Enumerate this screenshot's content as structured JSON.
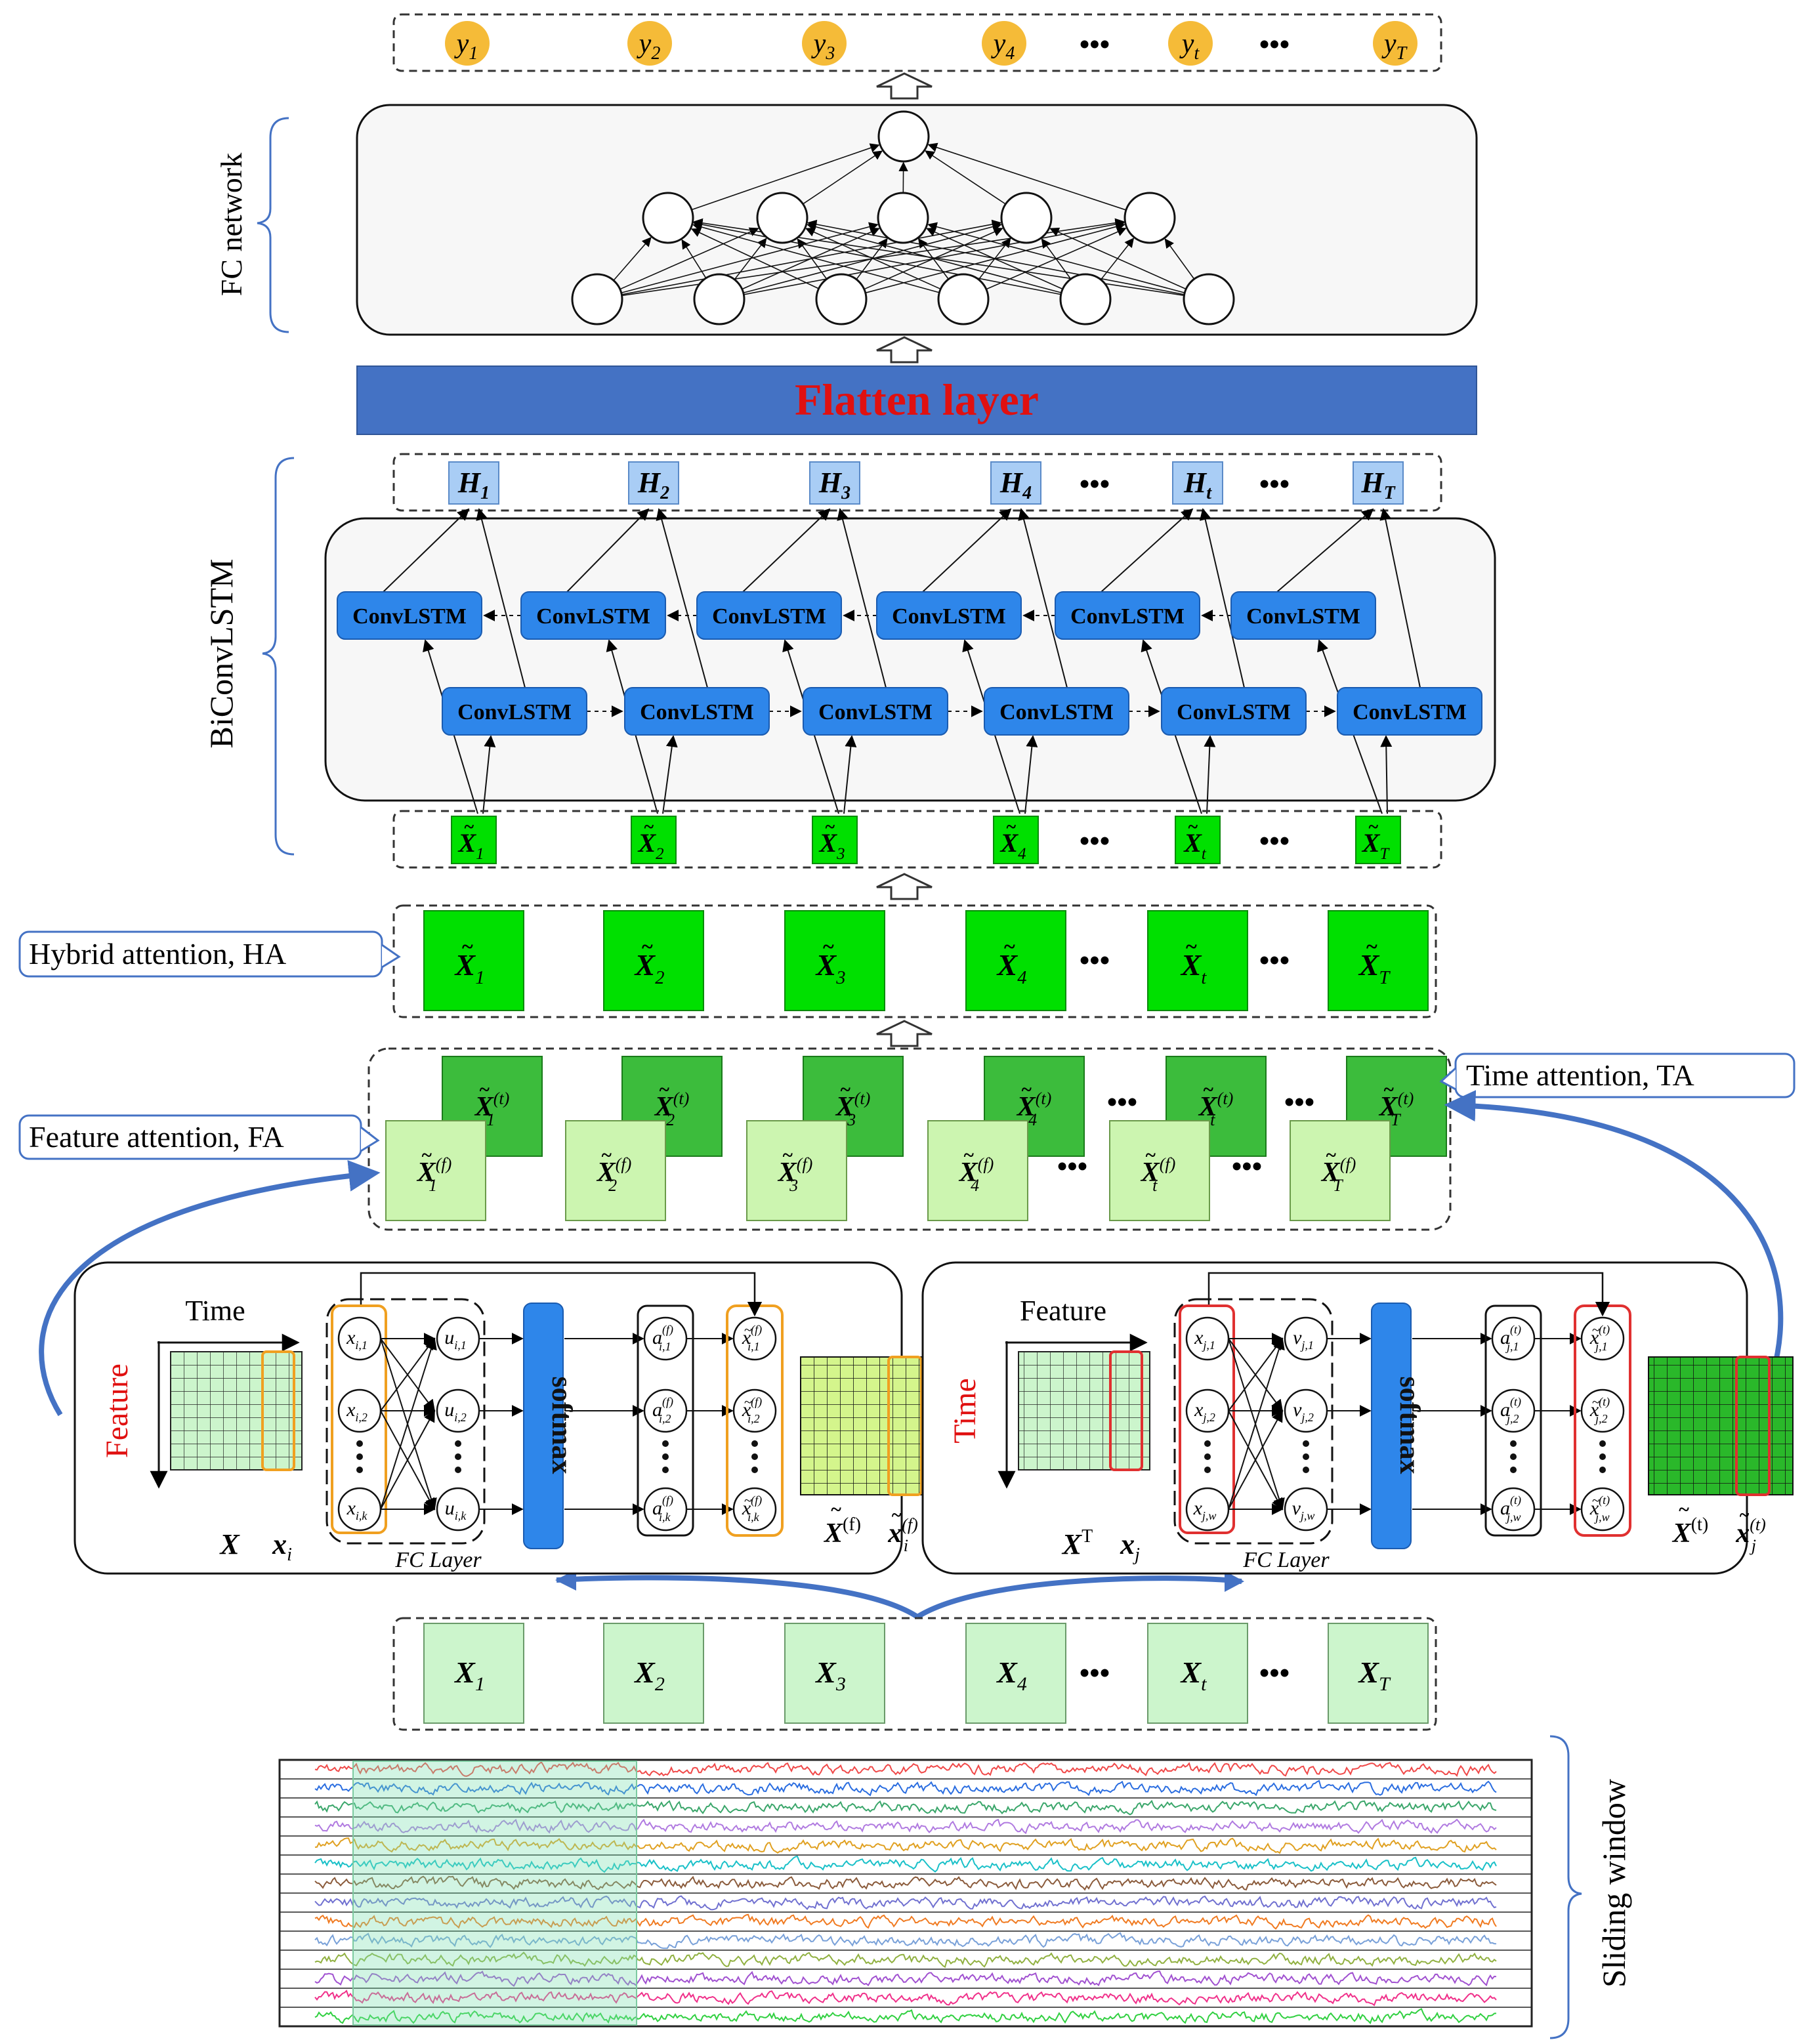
{
  "outputs": [
    "y1",
    "y2",
    "y3",
    "y4",
    "•••",
    "yt",
    "•••",
    "yT"
  ],
  "outputs_sub": [
    "1",
    "2",
    "3",
    "4",
    "",
    "t",
    "",
    "T"
  ],
  "fc_label": "FC network",
  "flatten_label": "Flatten layer",
  "biconv_label": "BiConvLSTM",
  "hidden": [
    "H",
    "H",
    "H",
    "H",
    "H",
    "H"
  ],
  "hidden_sub": [
    "1",
    "2",
    "3",
    "4",
    "t",
    "T"
  ],
  "convlstm_label": "ConvLSTM",
  "seq_sub": [
    "1",
    "2",
    "3",
    "4",
    "t",
    "T"
  ],
  "dots": "•••",
  "ha_label": "Hybrid attention, HA",
  "ta_label": "Time attention, TA",
  "fa_label": "Feature attention, FA",
  "fa_box": {
    "axis_h": "Time",
    "axis_v": "Feature",
    "mat_label": "X",
    "vec_label": "x",
    "vec_sub": "i",
    "in_nodes": [
      "x",
      "x",
      "x"
    ],
    "in_sub": [
      "i,1",
      "i,2",
      "i,k"
    ],
    "mid_nodes": [
      "u",
      "u",
      "u"
    ],
    "mid_sub": [
      "i,1",
      "i,2",
      "i,k"
    ],
    "att_nodes": [
      "a",
      "a",
      "a"
    ],
    "att_sub": [
      "i,1",
      "i,2",
      "i,k"
    ],
    "att_sup": "(f)",
    "out_sub": [
      "i,1",
      "i,2",
      "i,k"
    ],
    "softmax": "softmax",
    "fc_layer": "FC Layer",
    "res_mat_sup": "(f)",
    "res_vec_sub": "i"
  },
  "ta_box": {
    "axis_h": "Feature",
    "axis_v": "Time",
    "mat_label": "X",
    "mat_sup": "T",
    "vec_label": "x",
    "vec_sub": "j",
    "in_nodes": [
      "x",
      "x",
      "x"
    ],
    "in_sub": [
      "j,1",
      "j,2",
      "j,w"
    ],
    "mid_nodes": [
      "v",
      "v",
      "v"
    ],
    "mid_sub": [
      "j,1",
      "j,2",
      "j,w"
    ],
    "att_nodes": [
      "a",
      "a",
      "a"
    ],
    "att_sub": [
      "j,1",
      "j,2",
      "j,w"
    ],
    "att_sup": "(t)",
    "out_sub": [
      "j,1",
      "j,2",
      "j,w"
    ],
    "softmax": "softmax",
    "fc_layer": "FC Layer",
    "res_mat_sup": "(t)",
    "res_vec_sub": "j"
  },
  "sliding_label": "Sliding window",
  "signal_colors": [
    "#f04848",
    "#2a6de0",
    "#3aa66a",
    "#b07ae0",
    "#e0a020",
    "#19c0c8",
    "#8a5a3a",
    "#7070d0",
    "#f07a20",
    "#78a0d8",
    "#90b040",
    "#a050d0",
    "#f0308a",
    "#30d040"
  ],
  "colors": {
    "bright_green": "#00e000",
    "mid_green": "#3cbc3c",
    "light_green": "#ccf5b0",
    "pale_green": "#ccf5cc",
    "flatten_blue": "#4472c4",
    "flatten_text": "#e01010",
    "conv_blue": "#2e86ea",
    "h_blue": "#a9cdf5",
    "output_orange": "#f5bb38",
    "arrow_blue": "#4472c4"
  }
}
